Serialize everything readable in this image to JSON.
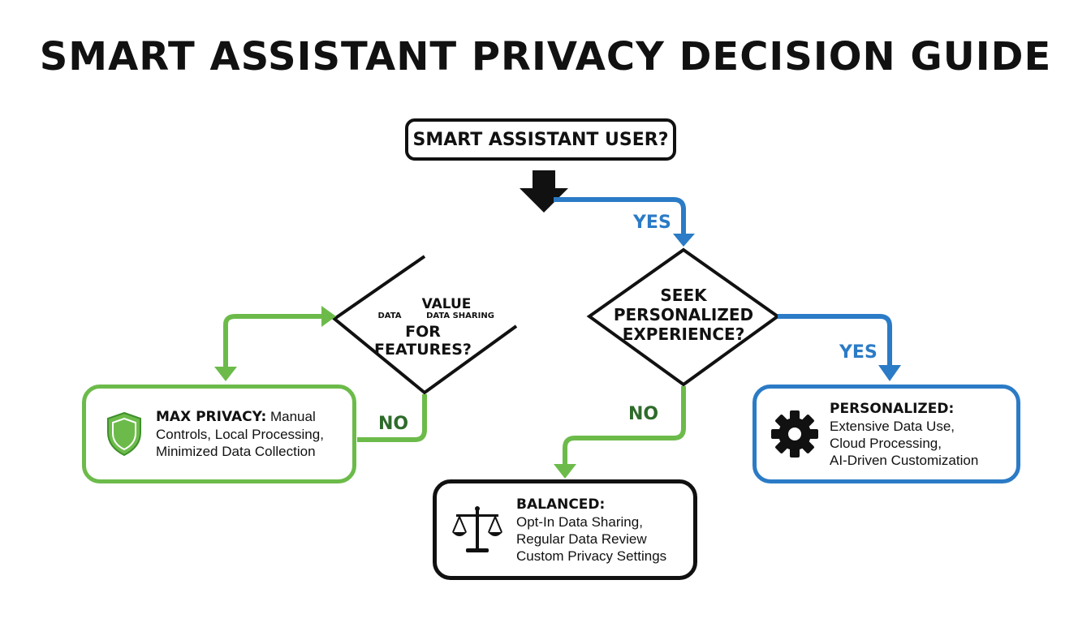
{
  "title": "SMART ASSISTANT PRIVACY DECISION GUIDE",
  "start": {
    "label": "SMART ASSISTANT USER?"
  },
  "decision_left": {
    "line1": "VALUE",
    "line2_small_left": "DATA",
    "line2_small_right": "DATA SHARING",
    "line3": "FOR FEATURES?"
  },
  "decision_right": {
    "line1": "SEEK",
    "line2": "PERSONALIZED",
    "line3": "EXPERIENCE?"
  },
  "edges": {
    "yes_top": "YES",
    "yes_right": "YES",
    "no_left": "NO",
    "no_center": "NO"
  },
  "outcomes": {
    "max_privacy": {
      "heading": "MAX PRIVACY:",
      "first_line_rest": " Manual",
      "line2": "Controls, Local Processing,",
      "line3": "Minimized Data Collection",
      "icon": "shield-icon"
    },
    "balanced": {
      "heading": "BALANCED:",
      "line1": "Opt-In Data Sharing,",
      "line2": "Regular Data Review",
      "line3": "Custom Privacy Settings",
      "icon": "scale-icon"
    },
    "personalized": {
      "heading": "PERSONALIZED:",
      "line1": "Extensive Data Use,",
      "line2": "Cloud Processing,",
      "line3": "AI-Driven Customization",
      "icon": "gear-icon"
    }
  },
  "colors": {
    "green": "#6cbb4a",
    "blue": "#2b7bc6",
    "black": "#111111",
    "no_label": "#2e6b2a"
  }
}
